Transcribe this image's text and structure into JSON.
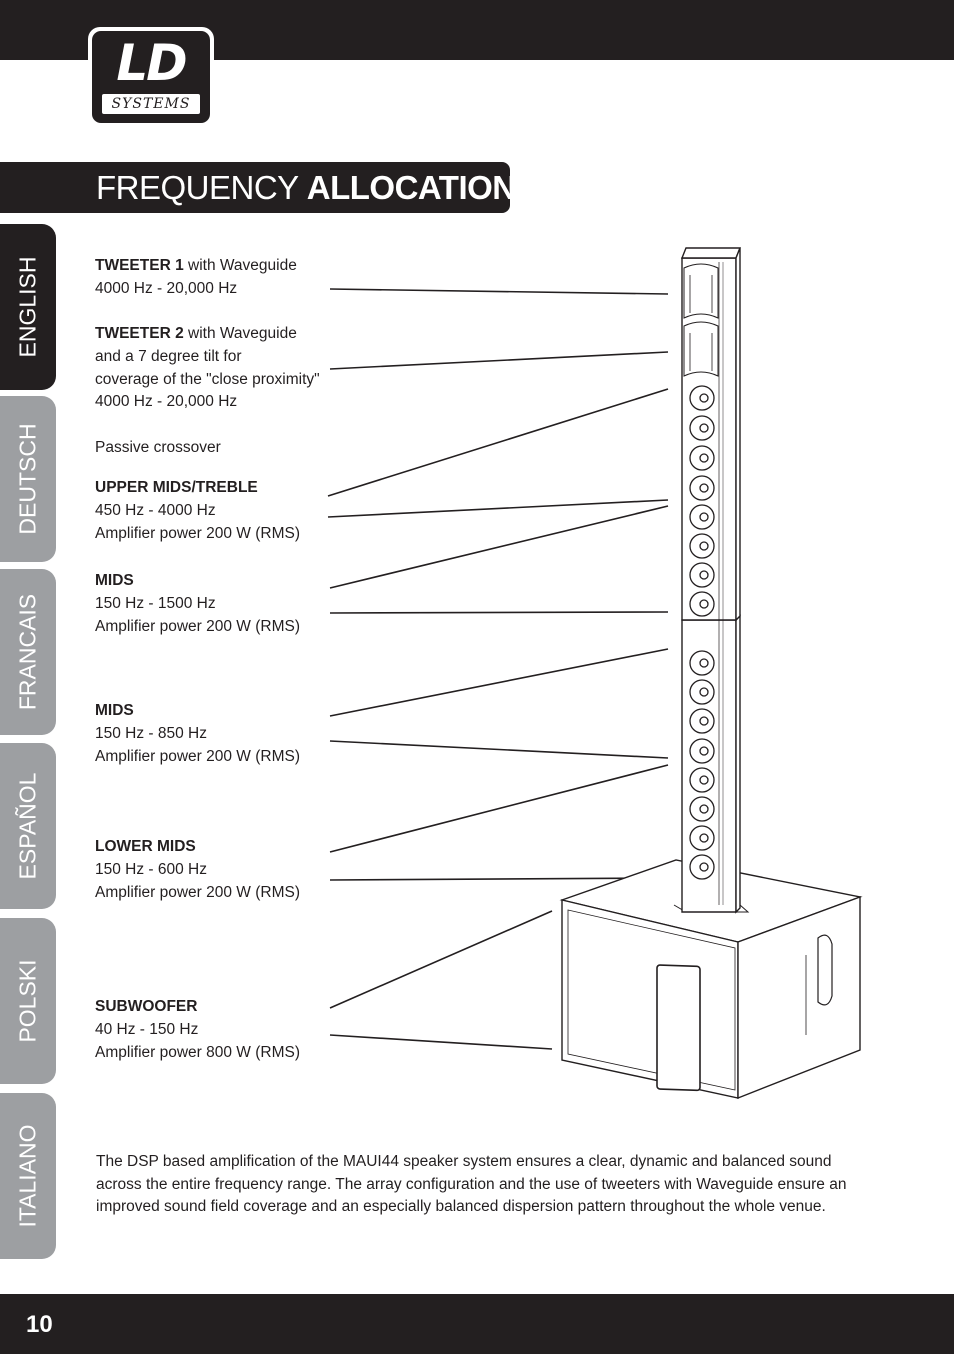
{
  "brand": {
    "logo_main": "LD",
    "logo_sub": "SYSTEMS"
  },
  "title": {
    "light": "FREQUENCY ",
    "bold": "ALLOCATION",
    "suffix": ":"
  },
  "languages": [
    "ENGLISH",
    "DEUTSCH",
    "FRANCAIS",
    "ESPAÑOL",
    "POLSKI",
    "ITALIANO"
  ],
  "active_language": "ENGLISH",
  "specs": {
    "tweeter1": {
      "name": "TWEETER 1",
      "name_suffix": " with Waveguide",
      "range": "4000 Hz - 20,000 Hz"
    },
    "tweeter2": {
      "name": "TWEETER 2",
      "name_suffix": " with Waveguide",
      "line2": "and a 7 degree tilt for",
      "line3": "coverage of the \"close proximity\"",
      "range": "4000 Hz - 20,000 Hz"
    },
    "crossover": "Passive crossover",
    "upper_mids": {
      "name": "UPPER MIDS/TREBLE",
      "range": "450 Hz - 4000 Hz",
      "power": "Amplifier power 200 W (RMS)"
    },
    "mids1": {
      "name": "MIDS",
      "range": "150 Hz - 1500 Hz",
      "power": "Amplifier power 200 W (RMS)"
    },
    "mids2": {
      "name": "MIDS",
      "range": "150 Hz - 850 Hz",
      "power": "Amplifier power 200 W (RMS)"
    },
    "lower_mids": {
      "name": "LOWER MIDS",
      "range": "150 Hz - 600 Hz",
      "power": "Amplifier power 200 W (RMS)"
    },
    "subwoofer": {
      "name": "SUBWOOFER",
      "range": "40 Hz - 150 Hz",
      "power": "Amplifier power 800 W (RMS)"
    }
  },
  "description": "The DSP based amplification of the MAUI44 speaker system ensures a clear, dynamic and balanced sound across the entire frequency range. The array configuration and the use of tweeters with Waveguide ensure an improved sound field coverage and an especially balanced dispersion pattern throughout the whole venue.",
  "page_number": "10"
}
